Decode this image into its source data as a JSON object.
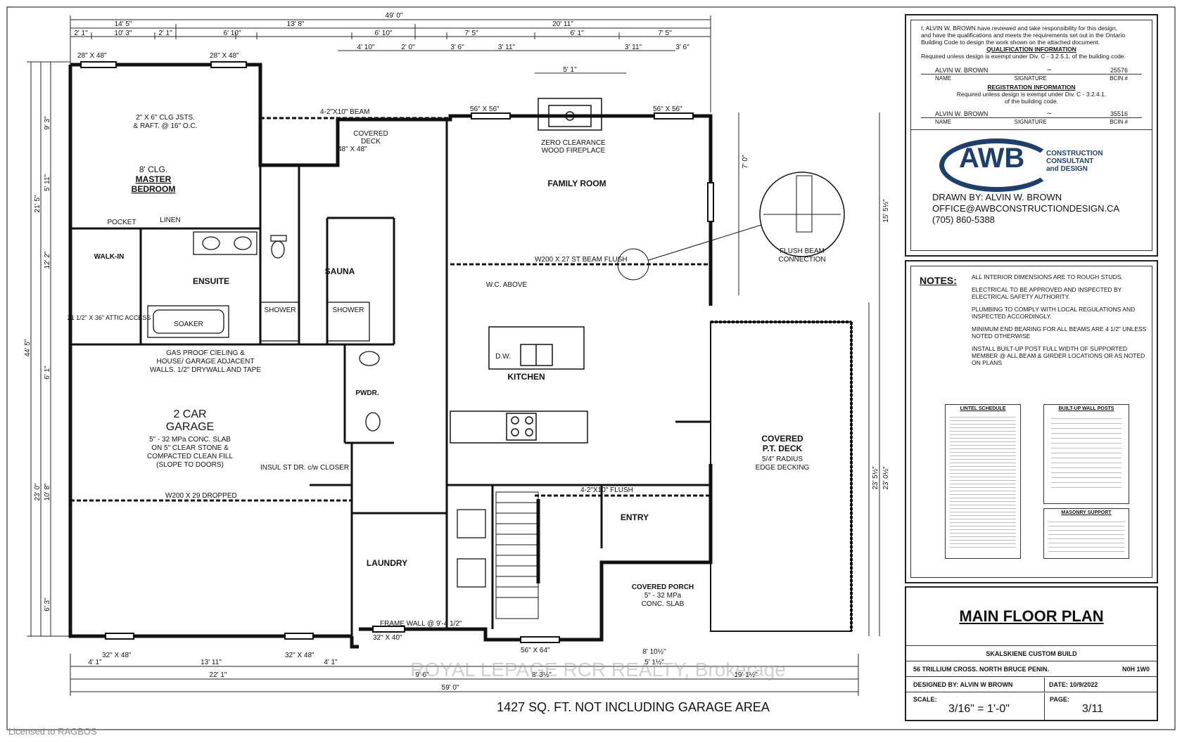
{
  "overall_dims": {
    "top": [
      "49' 0\"",
      "14' 5\"",
      "13' 8\"",
      "20' 11\"",
      "2' 1\"",
      "10' 3\"",
      "2' 1\"",
      "6' 10\"",
      "6' 10\"",
      "7' 5\"",
      "6' 1\"",
      "7' 5\"",
      "4' 10\"",
      "2' 0\"",
      "3' 6\"",
      "3' 11\"",
      "3' 11\"",
      "3' 6\"",
      "5' 1\""
    ],
    "bottom": [
      "4' 1\"",
      "13' 11\"",
      "4' 1\"",
      "22' 1\"",
      "59' 0\"",
      "8' 10½\"",
      "9' 6\"",
      "8' 3½\"",
      "19' 1½\"",
      "5' 1½\""
    ],
    "left": [
      "9' 3\"",
      "21' 5\"",
      "12' 2\"",
      "44' 5\"",
      "23' 0\"",
      "6' 3\"",
      "10' 8\"",
      "6' 1\"",
      "5' 11\""
    ],
    "right": [
      "15' 5½\"",
      "23' 5½\"",
      "7' 0\"",
      "23' 0½\""
    ]
  },
  "rooms": {
    "master": {
      "line1": "8' CLG.",
      "line2": "MASTER",
      "line3": "BEDROOM"
    },
    "covered_deck": {
      "line1": "COVERED",
      "line2": "DECK"
    },
    "family": "FAMILY ROOM",
    "fireplace": {
      "line1": "ZERO CLEARANCE",
      "line2": "WOOD FIREPLACE"
    },
    "ensuite": "ENSUITE",
    "sauna": "SAUNA",
    "kitchen": "KITCHEN",
    "garage": {
      "line1": "2 CAR",
      "line2": "GARAGE",
      "note1": "5\" - 32 MPa CONC. SLAB",
      "note2": "ON 5\" CLEAR STONE &",
      "note3": "COMPACTED CLEAN FILL",
      "note4": "(SLOPE TO DOORS)"
    },
    "laundry": "LAUNDRY",
    "entry": "ENTRY",
    "covered_porch": {
      "line1": "COVERED PORCH",
      "line2": "5\" - 32 MPa",
      "line3": "CONC. SLAB"
    },
    "deck": {
      "line1": "COVERED",
      "line2": "P.T. DECK",
      "line3": "5/4\" RADIUS",
      "line4": "EDGE DECKING"
    },
    "walk_in": "WALK-IN",
    "pwdr": "PWDR.",
    "linen": "LINEN",
    "soaker": "SOAKER",
    "shower": "SHOWER",
    "attic_access": "21 1/2\" X 36\" ATTIC ACCESS",
    "wc_above": "W.C. ABOVE",
    "pocket": "POCKET",
    "dw": "D.W.",
    "gas_proof": {
      "line1": "GAS PROOF CIELING &",
      "line2": "HOUSE/ GARAGE ADJACENT",
      "line3": "WALLS. 1/2\" DRYWALL AND TAPE"
    },
    "beams": {
      "b1": "4-2\"X10\" BEAM",
      "b2": "W200 X 27 ST BEAM FLUSH",
      "b3": "W200 X 29 DROPPED",
      "b4": "4-2\"X10\" FLUSH",
      "b5": "FRAME WALL @ 9'-4 1/2\"",
      "b6": "INSUL ST DR. c/w CLOSER"
    },
    "windows": {
      "w1": "28\" X 48\"",
      "w2": "28\" X 48\"",
      "w3": "56\" X 56\"",
      "w4": "56\" X 56\"",
      "w5": "48\" X 48\"",
      "w6": "32\" X 48\"",
      "w7": "32\" X 48\"",
      "w8": "32\" X 40\"",
      "w9": "56\" X 64\""
    },
    "joists": {
      "j1": "2\" X 6\" CLG JSTS.",
      "j2": "& RAFT. @ 16\" O.C."
    },
    "flush_beam": {
      "line1": "FLUSH BEAM",
      "line2": "CONNECTION"
    }
  },
  "area_note": "1427 SQ. FT. NOT INCLUDING GARAGE AREA",
  "watermark": "ROYAL LEPAGE RCR REALTY, Brokerage",
  "license": "Licensed to RAGBOS",
  "cert": {
    "intro1": "I, ALVIN W. BROWN have reviewed and take responsibility for this design,",
    "intro2": "and have the qualifications and meets the requirements set out in the Ontario",
    "intro3": "Building Code to design the work shown on the attached document.",
    "qual_title": "QUALIFICATION INFORMATION",
    "qual_note": "Required unless design is exempt under Div. C - 3.2.5.1. of the building code.",
    "name1": "ALVIN W. BROWN",
    "bcin1": "25576",
    "labels": {
      "name": "NAME",
      "signature": "SIGNATURE",
      "bcin": "BCIN #"
    },
    "reg_title": "REGISTRATION INFORMATION",
    "reg_note1": "Required unless design is exempt under Div. C - 3.2.4.1.",
    "reg_note2": "of the building code.",
    "name2": "ALVIN W. BROWN",
    "bcin2": "35516",
    "logo": "AWB",
    "logo_sub1": "CONSTRUCTION",
    "logo_sub2": "CONSULTANT",
    "logo_sub3": "and DESIGN",
    "drawn": "DRAWN BY: ALVIN W. BROWN",
    "email": "OFFICE@AWBCONSTRUCTIONDESIGN.CA",
    "phone": "(705) 860-5388"
  },
  "notes": {
    "title": "NOTES:",
    "items": [
      "ALL INTERIOR DIMENSIONS ARE TO ROUGH STUDS.",
      "ELECTRICAL TO BE APPROVED AND INSPECTED BY ELECTRICAL SAFETY AUTHORITY.",
      "PLUMBING TO COMPLY WITH LOCAL REGULATIONS AND INSPECTED ACCORDINGLY.",
      "MINIMUM END BEARING FOR ALL BEAMS ARE 4 1/2\" UNLESS NOTED OTHERWISE",
      "INSTALL BUILT-UP POST FULL WIDTH OF SUPPORTED MEMBER @ ALL BEAM & GIRDER LOCATIONS OR AS NOTED ON PLANS"
    ],
    "lintel": "LINTEL SCHEDULE",
    "posts": "BUILT-UP WALL POSTS",
    "masonry": "MASONRY SUPPORT"
  },
  "title_block": {
    "title": "MAIN FLOOR PLAN",
    "project": "SKALSKIENE CUSTOM BUILD",
    "address": "56 TRILLIUM CROSS.    NORTH BRUCE PENIN.",
    "postal": "N0H 1W0",
    "designed": "DESIGNED BY: ALVIN W BROWN",
    "date": "DATE:   10/9/2022",
    "scale_label": "SCALE:",
    "scale": "3/16\" = 1'-0\"",
    "page_label": "PAGE:",
    "page": "3/11"
  }
}
